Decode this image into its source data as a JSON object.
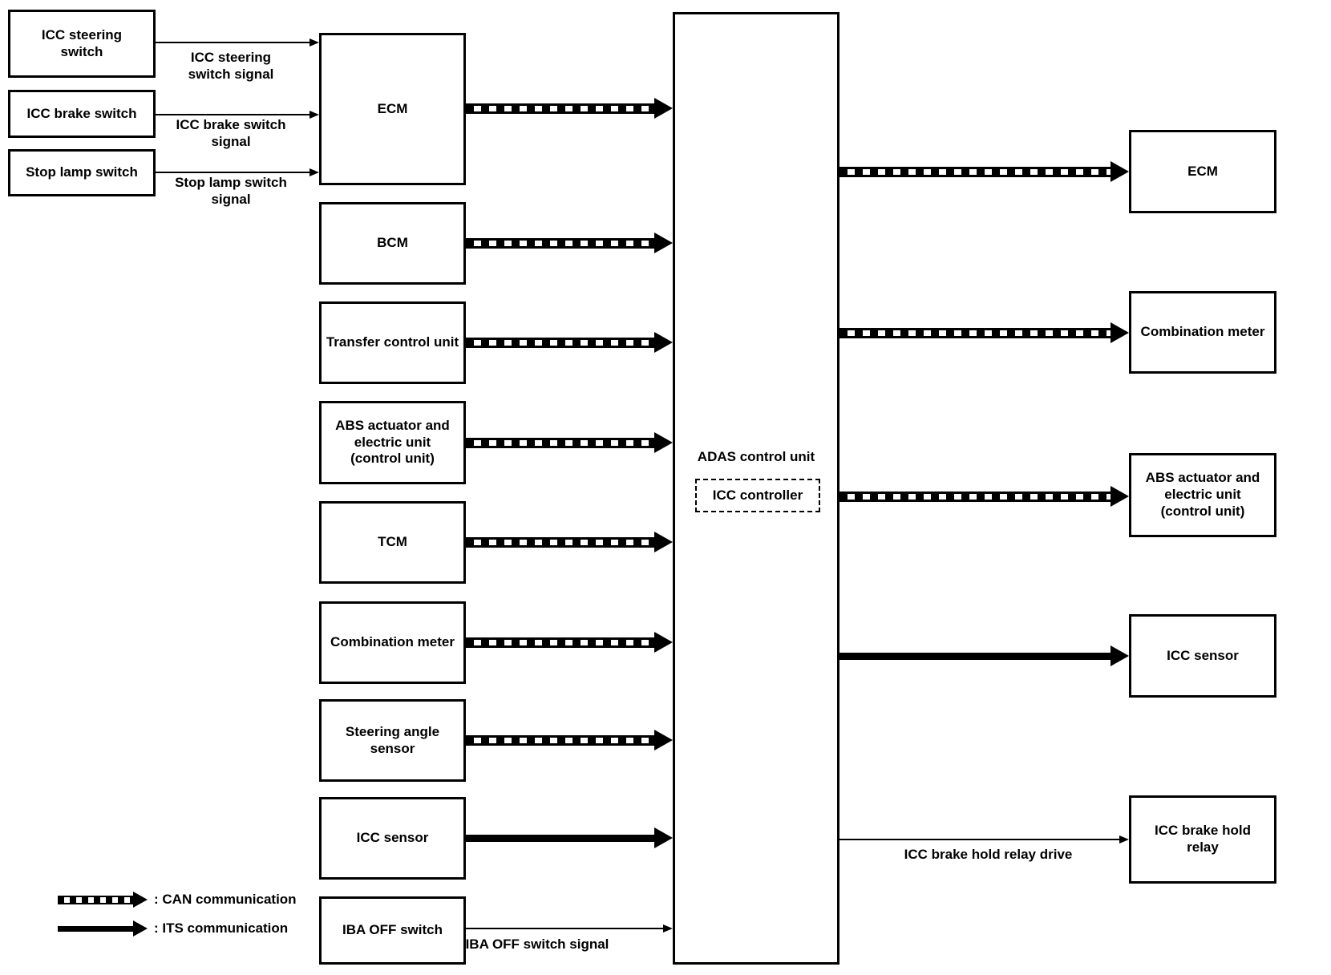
{
  "colors": {
    "ink": "#000000",
    "paper": "#ffffff"
  },
  "col1": {
    "boxes": [
      "ICC steering\nswitch",
      "ICC brake switch",
      "Stop lamp switch"
    ],
    "signals": [
      "ICC steering\nswitch signal",
      "ICC brake switch\nsignal",
      "Stop lamp switch\nsignal"
    ]
  },
  "col2": {
    "boxes": [
      "ECM",
      "BCM",
      "Transfer control unit",
      "ABS actuator and\nelectric unit\n(control unit)",
      "TCM",
      "Combination meter",
      "Steering angle\nsensor",
      "ICC sensor",
      "IBA OFF switch"
    ],
    "iba_signal": "IBA OFF switch signal"
  },
  "adas": {
    "label": "ADAS control unit",
    "inner": "ICC controller"
  },
  "right": {
    "boxes": [
      "ECM",
      "Combination meter",
      "ABS actuator and\nelectric unit\n(control unit)",
      "ICC sensor",
      "ICC brake hold\nrelay"
    ],
    "relay_signal": "ICC brake hold relay drive"
  },
  "legend": {
    "can_label": ": CAN communication",
    "its_label": ": ITS communication"
  },
  "connections": [
    {
      "from": "ICC steering switch",
      "to": "ECM",
      "label": "ICC steering switch signal",
      "type": "signal"
    },
    {
      "from": "ICC brake switch",
      "to": "ECM",
      "label": "ICC brake switch signal",
      "type": "signal"
    },
    {
      "from": "Stop lamp switch",
      "to": "ECM",
      "label": "Stop lamp switch signal",
      "type": "signal"
    },
    {
      "from": "ECM",
      "to": "ADAS control unit",
      "type": "CAN"
    },
    {
      "from": "BCM",
      "to": "ADAS control unit",
      "type": "CAN"
    },
    {
      "from": "Transfer control unit",
      "to": "ADAS control unit",
      "type": "CAN"
    },
    {
      "from": "ABS actuator and electric unit (control unit)",
      "to": "ADAS control unit",
      "type": "CAN"
    },
    {
      "from": "TCM",
      "to": "ADAS control unit",
      "type": "CAN"
    },
    {
      "from": "Combination meter",
      "to": "ADAS control unit",
      "type": "CAN"
    },
    {
      "from": "Steering angle sensor",
      "to": "ADAS control unit",
      "type": "CAN"
    },
    {
      "from": "ICC sensor",
      "to": "ADAS control unit",
      "type": "ITS"
    },
    {
      "from": "IBA OFF switch",
      "to": "ADAS control unit",
      "label": "IBA OFF switch signal",
      "type": "signal"
    },
    {
      "from": "ADAS control unit",
      "to": "ECM",
      "type": "CAN"
    },
    {
      "from": "ADAS control unit",
      "to": "Combination meter",
      "type": "CAN"
    },
    {
      "from": "ADAS control unit",
      "to": "ABS actuator and electric unit (control unit)",
      "type": "CAN"
    },
    {
      "from": "ADAS control unit",
      "to": "ICC sensor",
      "type": "ITS"
    },
    {
      "from": "ADAS control unit",
      "to": "ICC brake hold relay",
      "label": "ICC brake hold relay drive",
      "type": "signal"
    }
  ]
}
